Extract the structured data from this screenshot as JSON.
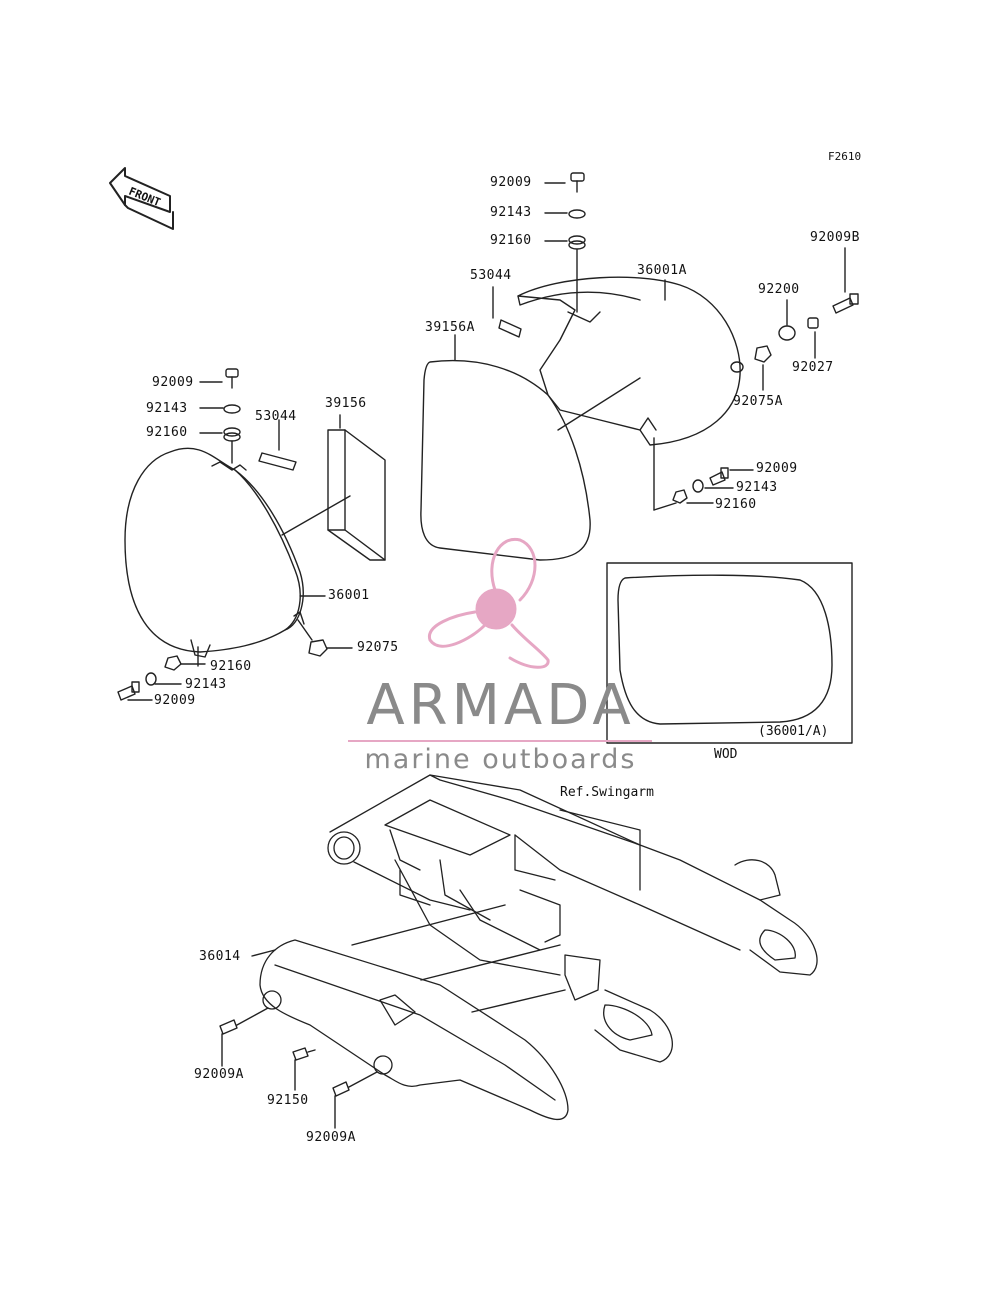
{
  "figure_code": "F2610",
  "front_label": "FRONT",
  "inset": {
    "code": "(36001/A)",
    "caption": "WOD"
  },
  "ref_label": "Ref.Swingarm",
  "watermark": {
    "brand": "ARMADA",
    "tagline": "marine outboards",
    "accent_color": "#e6a7c4",
    "text_color": "#8a8a8a"
  },
  "parts": {
    "p1": "92009",
    "p2": "92143",
    "p3": "92160",
    "p4": "53044",
    "p5": "36001A",
    "p6": "39156A",
    "p7": "92009B",
    "p8": "92200",
    "p9": "92027",
    "p10": "92075A",
    "p11": "92009",
    "p12": "92143",
    "p13": "92160",
    "p14": "92009",
    "p15": "92143",
    "p16": "92160",
    "p17": "53044",
    "p18": "39156",
    "p19": "36001",
    "p20": "92075",
    "p21": "92160",
    "p22": "92143",
    "p23": "92009",
    "p24": "36014",
    "p25": "92009A",
    "p26": "92150",
    "p27": "92009A"
  }
}
